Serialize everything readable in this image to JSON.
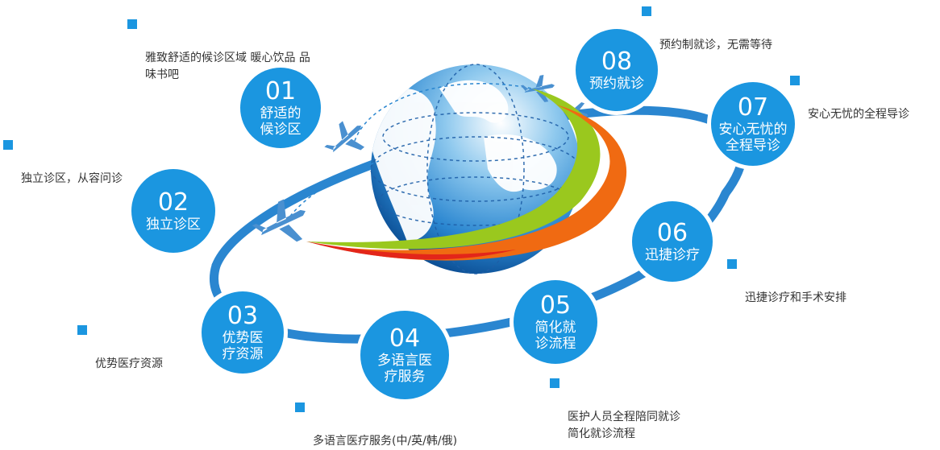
{
  "colors": {
    "circle": "#1b96e0",
    "orbit": "#2a86d0",
    "ribbon_green": "#9ac81e",
    "ribbon_orange": "#f06a12",
    "ribbon_red": "#e3261a",
    "globe": "#1e7cc8"
  },
  "steps": [
    {
      "num": "01",
      "label": "舒适的\n候诊区"
    },
    {
      "num": "02",
      "label": "独立诊区"
    },
    {
      "num": "03",
      "label": "优势医\n疗资源"
    },
    {
      "num": "04",
      "label": "多语言医\n疗服务"
    },
    {
      "num": "05",
      "label": "简化就\n诊流程"
    },
    {
      "num": "06",
      "label": "迅捷诊疗"
    },
    {
      "num": "07",
      "label": "安心无忧的\n全程导诊"
    },
    {
      "num": "08",
      "label": "预约就诊"
    }
  ],
  "notes": [
    {
      "text": "雅致舒适的候诊区域 暖心饮品 品\n味书吧"
    },
    {
      "text": "独立诊区，从容问诊"
    },
    {
      "text": "优势医疗资源"
    },
    {
      "text": "多语言医疗服务(中/英/韩/俄)"
    },
    {
      "text": "医护人员全程陪同就诊\n简化就诊流程"
    },
    {
      "text": "迅捷诊疗和手术安排"
    },
    {
      "text": "安心无忧的全程导诊"
    },
    {
      "text": "预约制就诊，无需等待"
    }
  ]
}
